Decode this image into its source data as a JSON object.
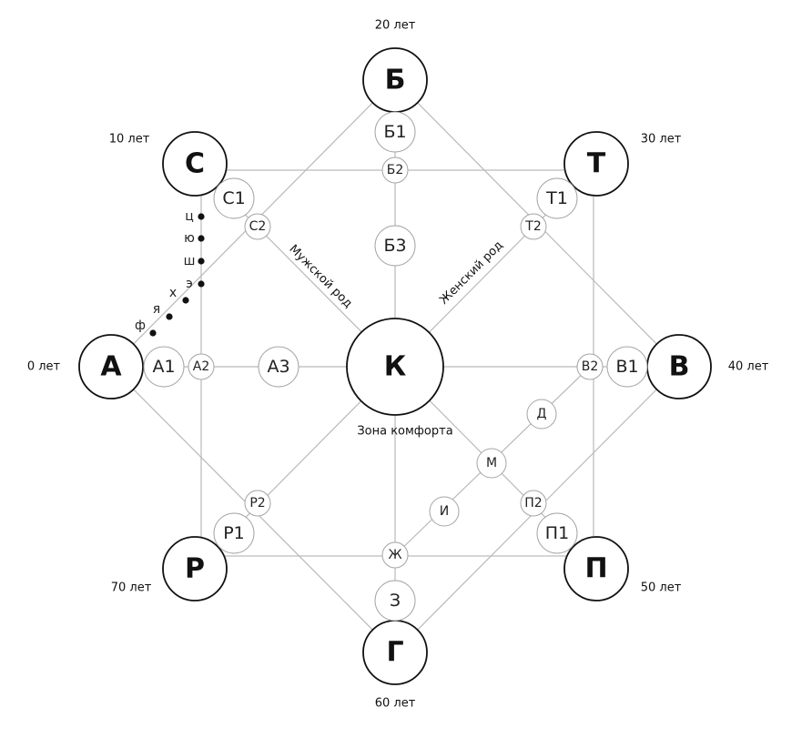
{
  "center": {
    "label": "К"
  },
  "major": {
    "A": "А",
    "B_top": "Б",
    "C": "С",
    "T": "Т",
    "V": "В",
    "P_right": "П",
    "G": "Г",
    "R": "Р"
  },
  "minor": {
    "A1": "А1",
    "A2": "А2",
    "A3": "А3",
    "B1_top": "Б1",
    "B2_top": "Б2",
    "B3_top": "Б3",
    "C1": "С1",
    "C2": "С2",
    "T1": "Т1",
    "T2": "Т2",
    "V1": "В1",
    "V2": "В2",
    "P1_right": "П1",
    "P2_right": "П2",
    "R1": "Р1",
    "R2": "Р2",
    "Z": "З",
    "Zh": "Ж",
    "D": "Д",
    "M": "М",
    "I": "И"
  },
  "ages": {
    "A": "0 лет",
    "C": "10 лет",
    "B_top": "20 лет",
    "T": "30 лет",
    "V": "40 лет",
    "P_right": "50 лет",
    "G": "60 лет",
    "R": "70 лет"
  },
  "dots": [
    "ц",
    "ю",
    "ш",
    "э",
    "х",
    "я",
    "ф"
  ],
  "labels": {
    "male": "Мужской род",
    "female": "Женский род",
    "comfort": "Зона комфорта"
  }
}
